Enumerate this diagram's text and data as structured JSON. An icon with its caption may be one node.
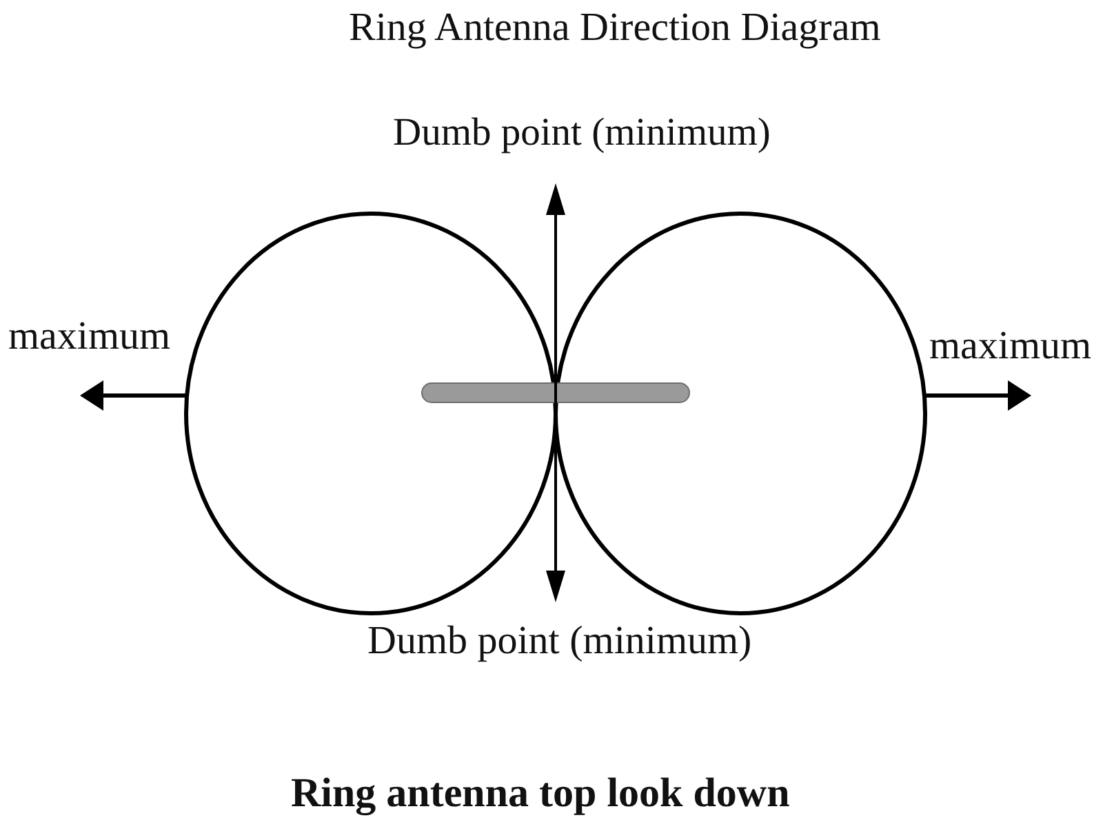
{
  "diagram": {
    "title": "Ring Antenna Direction Diagram",
    "caption": "Ring antenna top look down",
    "labels": [
      "Dumb point (minimum)",
      "maximum",
      "maximum",
      "Dumb point (minimum)"
    ]
  }
}
